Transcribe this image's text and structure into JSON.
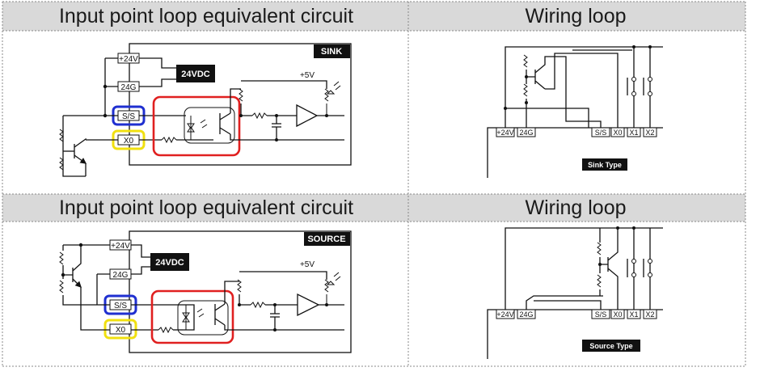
{
  "headers": {
    "top_left": "Input point loop equivalent circuit",
    "top_right": "Wiring loop",
    "bottom_left": "Input point loop equivalent circuit",
    "bottom_right": "Wiring loop"
  },
  "sink_circuit": {
    "badge": "SINK",
    "plus24v": "+24V",
    "g24": "24G",
    "supply": "24VDC",
    "ss": "S/S",
    "x0": "X0",
    "plus5v": "+5V"
  },
  "source_circuit": {
    "badge": "SOURCE",
    "plus24v": "+24V",
    "g24": "24G",
    "supply": "24VDC",
    "ss": "S/S",
    "x0": "X0",
    "plus5v": "+5V"
  },
  "sink_wiring": {
    "terminals": [
      "+24V",
      "24G",
      "S/S",
      "X0",
      "X1",
      "X2"
    ],
    "caption": "Sink Type"
  },
  "source_wiring": {
    "terminals": [
      "+24V",
      "24G",
      "S/S",
      "X0",
      "X1",
      "X2"
    ],
    "caption": "Source Type"
  },
  "colors": {
    "header_bg": "#d9d9d9",
    "ss_highlight": "#1f2fd0",
    "x0_highlight": "#f0e010",
    "coupler_highlight": "#e02020"
  }
}
